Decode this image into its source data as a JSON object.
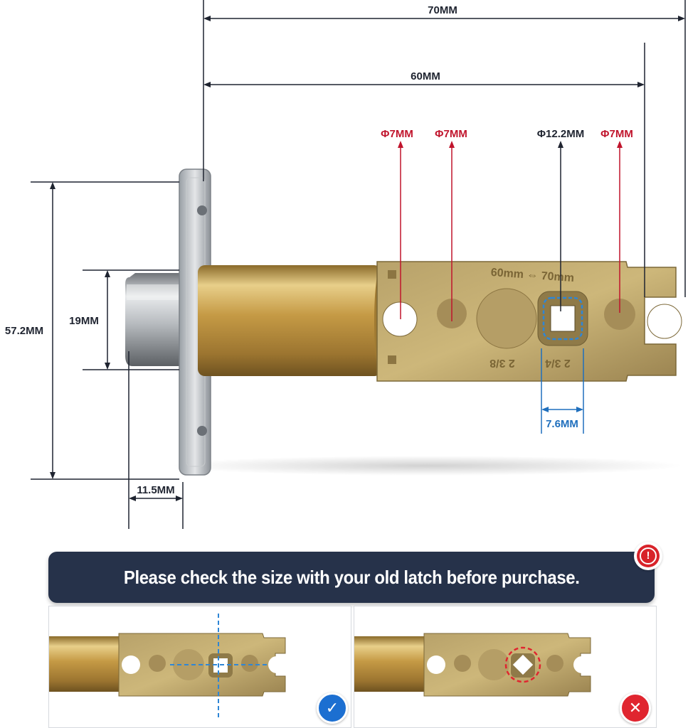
{
  "dimensions": {
    "overall_length": "70MM",
    "backset_length": "60MM",
    "hole_left": "Φ7MM",
    "hole_second": "Φ7MM",
    "center_hole": "Φ12.2MM",
    "hole_right": "Φ7MM",
    "faceplate_height": "57.2MM",
    "bolt_height": "19MM",
    "bolt_projection": "11.5MM",
    "square_spindle": "7.6MM"
  },
  "plate_markings": {
    "top": "60mm ⇔ 70mm",
    "bottom_left": "2 3/8",
    "bottom_right": "2 3/4"
  },
  "banner": {
    "text": "Please check the size with your old latch before purchase.",
    "icon": "exclamation-icon"
  },
  "comparison": {
    "correct": {
      "icon": "checkmark-icon",
      "color": "#1c6fd1"
    },
    "incorrect": {
      "icon": "cross-icon",
      "color": "#e0252f"
    }
  },
  "colors": {
    "dimension_dark": "#1f2430",
    "dimension_red": "#c0142c",
    "dimension_blue": "#1f6fbd",
    "banner_bg": "#26324a",
    "brass": "#c9a24a"
  }
}
